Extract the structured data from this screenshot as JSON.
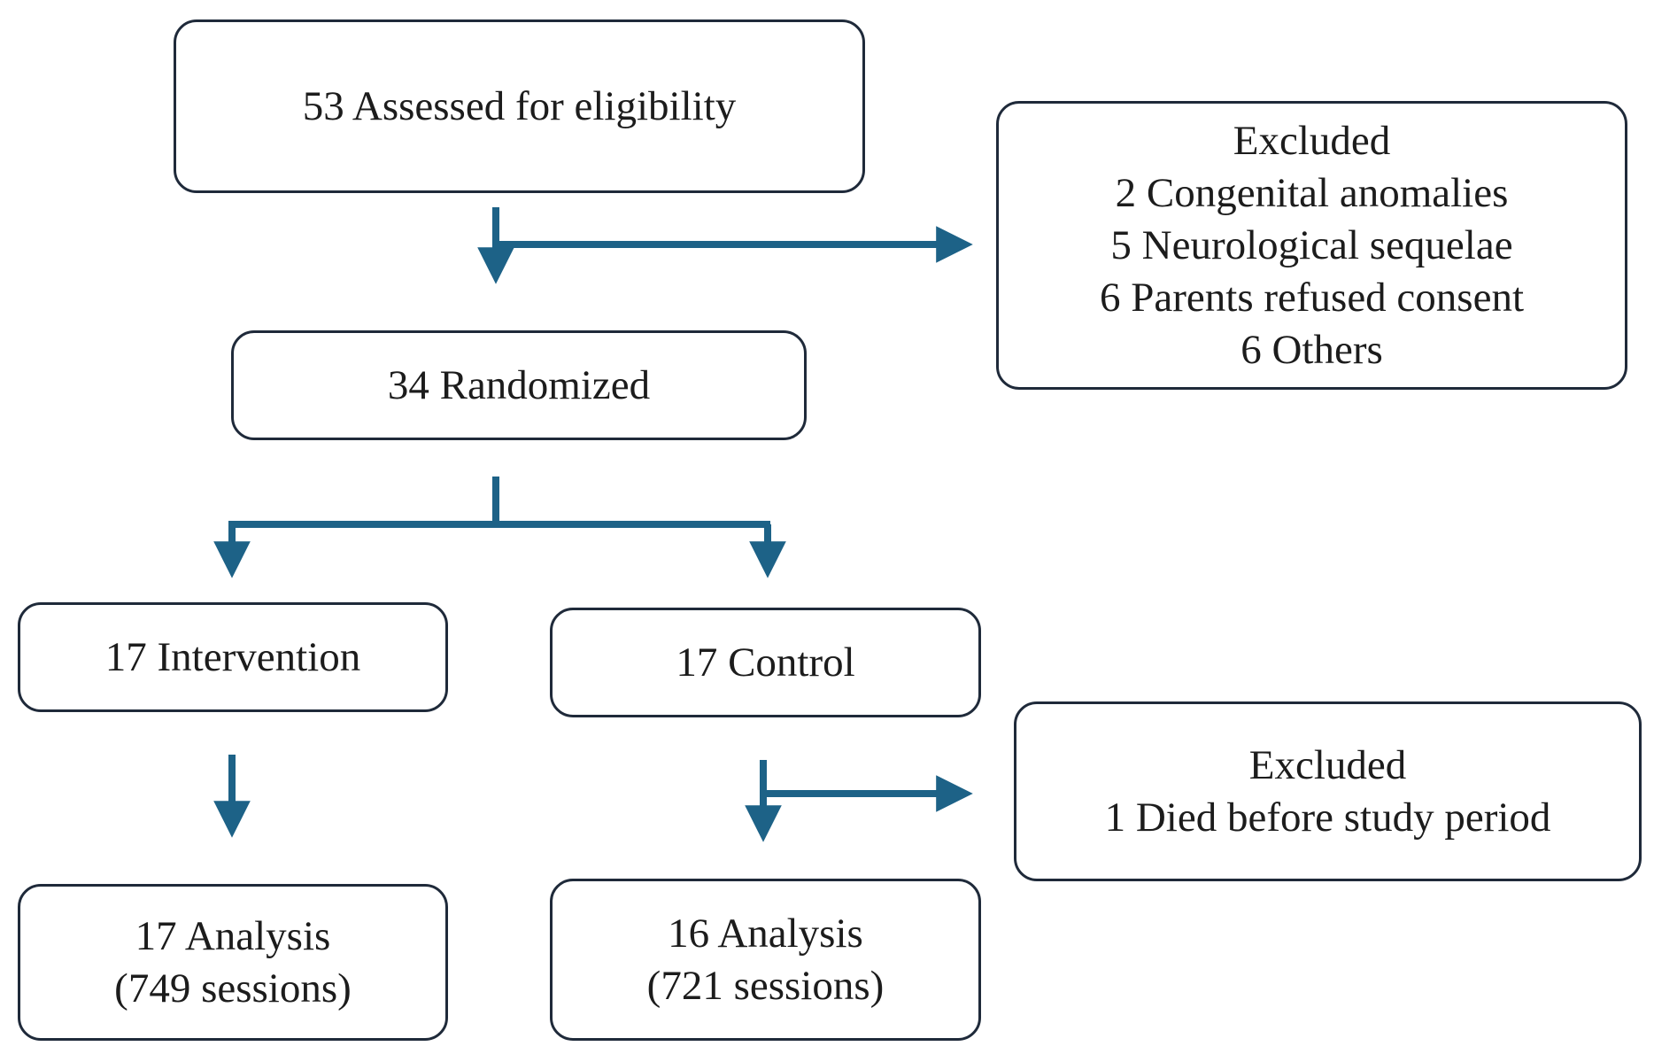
{
  "colors": {
    "arrow": "#1d6287",
    "box_border": "#1f2a3a",
    "text": "#1c1c1c",
    "background": "#ffffff"
  },
  "boxes": {
    "assessed": {
      "lines": [
        "53 Assessed for eligibility"
      ]
    },
    "excluded_enrollment": {
      "lines": [
        "Excluded",
        "2 Congenital anomalies",
        "5 Neurological sequelae",
        "6 Parents refused consent",
        "6 Others"
      ]
    },
    "randomized": {
      "lines": [
        "34 Randomized"
      ]
    },
    "intervention": {
      "lines": [
        "17 Intervention"
      ]
    },
    "control": {
      "lines": [
        "17 Control"
      ]
    },
    "excluded_followup": {
      "lines": [
        "Excluded",
        "1 Died before study period"
      ]
    },
    "analysis_intervention": {
      "lines": [
        "17 Analysis",
        "(749 sessions)"
      ]
    },
    "analysis_control": {
      "lines": [
        "16 Analysis",
        "(721 sessions)"
      ]
    }
  }
}
